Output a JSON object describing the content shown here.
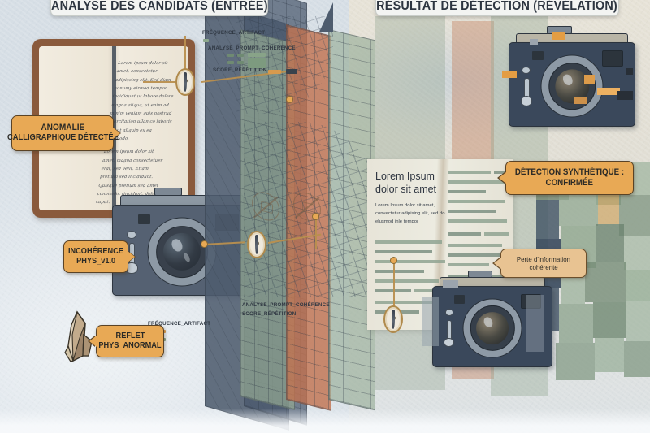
{
  "meta": {
    "language": "fr",
    "kind": "forensic-analysis-infographic"
  },
  "headers": {
    "left": "ANALYSE DES CANDIDATS (ENTRÉE)",
    "right": "RÉSULTAT DE DÉTECTION (RÉVÉLATION)"
  },
  "notebook": {
    "name": "handwritten-notebook",
    "paragraphs": [
      "Lorem ipsum dolor sit amet, consectetur adipiscing elit. Sed diam nonumy eirmod tempor incididunt ut labore dolore magna aliqua, ut enim ad minim veniam quis nostrud exercitation ullamco laboris nisi ut aliquip ex ea commodo.",
      "Lorem ipsum dolor sit amet, magna consectetuer erat, sed velit. Etiam pretium sed incididunt. Quisque pretium sed amet commodo, tincidunt, dolor e caput."
    ]
  },
  "callouts": [
    {
      "id": "anomalie-calligraphique",
      "lines": [
        "ANOMALIE",
        "CALLIGRAPHIQUE DÉTECTÉE"
      ],
      "style": "orange",
      "tail": "right"
    },
    {
      "id": "incoherence-phys",
      "lines": [
        "INCOHÉRENCE",
        "PHYS_v1.0"
      ],
      "style": "orange",
      "tail": "right"
    },
    {
      "id": "reflet-phys-anormal",
      "lines": [
        "REFLET",
        "PHYS_ANORMAL"
      ],
      "style": "orange",
      "tail": "left"
    },
    {
      "id": "detection-synthetique",
      "lines": [
        "DÉTECTION SYNTHÉTIQUE :",
        "CONFIRMÉE"
      ],
      "style": "orange",
      "tail": "left"
    },
    {
      "id": "perte-information",
      "lines": [
        "Perte d'information",
        "cohérente"
      ],
      "style": "tan",
      "tail": "left"
    }
  ],
  "tech_labels": {
    "top": [
      {
        "id": "frequence-artifact-top",
        "text": "FRÉQUENCE_ARTIFACT"
      },
      {
        "id": "analyse-prompt-coherence-top",
        "text": "ANALYSE_PROMPT_COHÉRENCE"
      },
      {
        "id": "score-repetition-top",
        "text": "SCORE_RÉPÉTITION"
      }
    ],
    "bottom": [
      {
        "id": "frequence-artifact-bottom",
        "text": "FRÉQUENCE_ARTIFACT"
      },
      {
        "id": "analyse-prompt-coherence-bottom",
        "text": "ANALYSE_PROMPT_COHÉRENCE"
      },
      {
        "id": "score-repetition-bottom",
        "text": "SCORE_RÉPÉTITION"
      }
    ]
  },
  "result_document": {
    "heading": "Lorem Ipsum dolor sit amet",
    "body": "Lorem Ipsum dolor sit amet, convectetur adipising elit, sed do elusmod inle tempor"
  },
  "cameras": [
    {
      "id": "camera-input-original",
      "state": "original",
      "panel": "left"
    },
    {
      "id": "camera-output-glitched-top",
      "state": "glitched",
      "panel": "right"
    },
    {
      "id": "camera-output-glitched-bottom",
      "state": "glitched",
      "panel": "right"
    }
  ],
  "planes": [
    {
      "id": "plane-slate",
      "color": "#4e5c6e"
    },
    {
      "id": "plane-sage",
      "color": "#93a893"
    },
    {
      "id": "plane-terracotta",
      "color": "#c0714d"
    },
    {
      "id": "plane-sage-2",
      "color": "#9aae9a"
    }
  ],
  "palette": {
    "accent_orange": "#e8a955",
    "accent_tan": "#e8c392",
    "slate": "#4e5c6e",
    "sage": "#93a893",
    "terracotta": "#c0714d",
    "ink": "#2d3540",
    "paper": "#ece5d6",
    "background": "#dfe4e8",
    "wire": "#b98f4e"
  }
}
